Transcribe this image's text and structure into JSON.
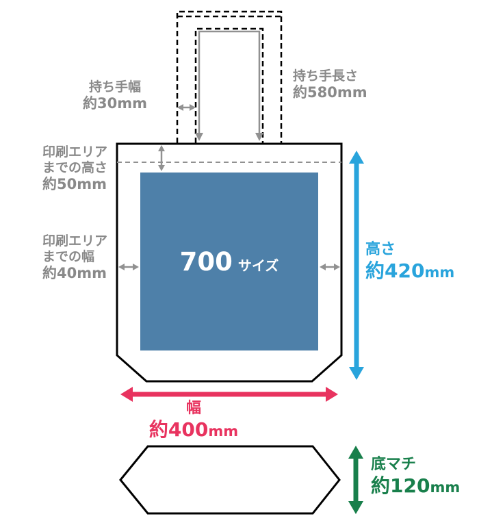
{
  "bag": {
    "print_area": {
      "number": "700",
      "suffix": "サイズ"
    }
  },
  "measurements": {
    "handle_width": {
      "title": "持ち手幅",
      "value": "約30mm"
    },
    "handle_length": {
      "title": "持ち手長さ",
      "value": "約580mm"
    },
    "print_offset_top": {
      "line1": "印刷エリア",
      "line2": "までの高さ",
      "value": "約50mm"
    },
    "print_offset_side": {
      "line1": "印刷エリア",
      "line2": "までの幅",
      "value": "約40mm"
    },
    "height": {
      "title": "高さ",
      "value": "約420",
      "unit": "mm"
    },
    "width": {
      "title": "幅",
      "value": "約400",
      "unit": "mm"
    },
    "gusset": {
      "title": "底マチ",
      "value": "約120",
      "unit": "mm"
    }
  },
  "colors": {
    "print_area_blue": "#4e80a9",
    "height_accent": "#29a4dc",
    "width_accent": "#e8335f",
    "gusset_accent": "#187f4b",
    "label_gray": "#898989",
    "arrow_gray": "#919191",
    "outline_black": "#000000"
  }
}
